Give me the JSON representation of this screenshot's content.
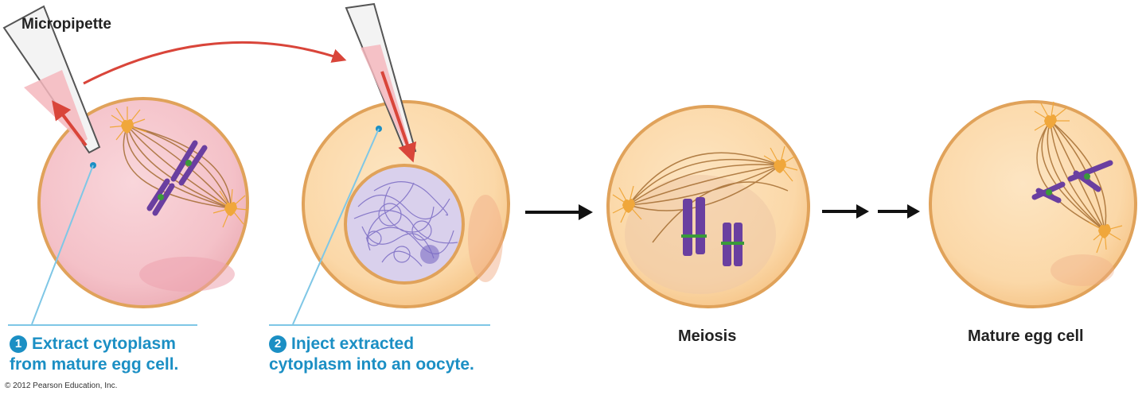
{
  "labels": {
    "micropipette": "Micropipette",
    "meiosis": "Meiosis",
    "mature_egg": "Mature egg cell",
    "copyright": "© 2012 Pearson Education, Inc."
  },
  "steps": [
    {
      "number": "1",
      "line1": "Extract cytoplasm",
      "line2": "from mature egg cell."
    },
    {
      "number": "2",
      "line1": "Inject extracted",
      "line2": "cytoplasm into an oocyte."
    }
  ],
  "colors": {
    "mature_cell_fill": "#f6c9cf",
    "oocyte_fill": "#fbdcae",
    "cell_outline": "#e0a25a",
    "chromosome": "#6a3fa0",
    "nucleus_fill": "#d9d0ec",
    "spindle": "#a0672a",
    "centrosome": "#f0a73b",
    "arrow_red": "#d9453a",
    "step_blue": "#1b8fc4",
    "pipette_liquid": "#f5b7bd"
  }
}
